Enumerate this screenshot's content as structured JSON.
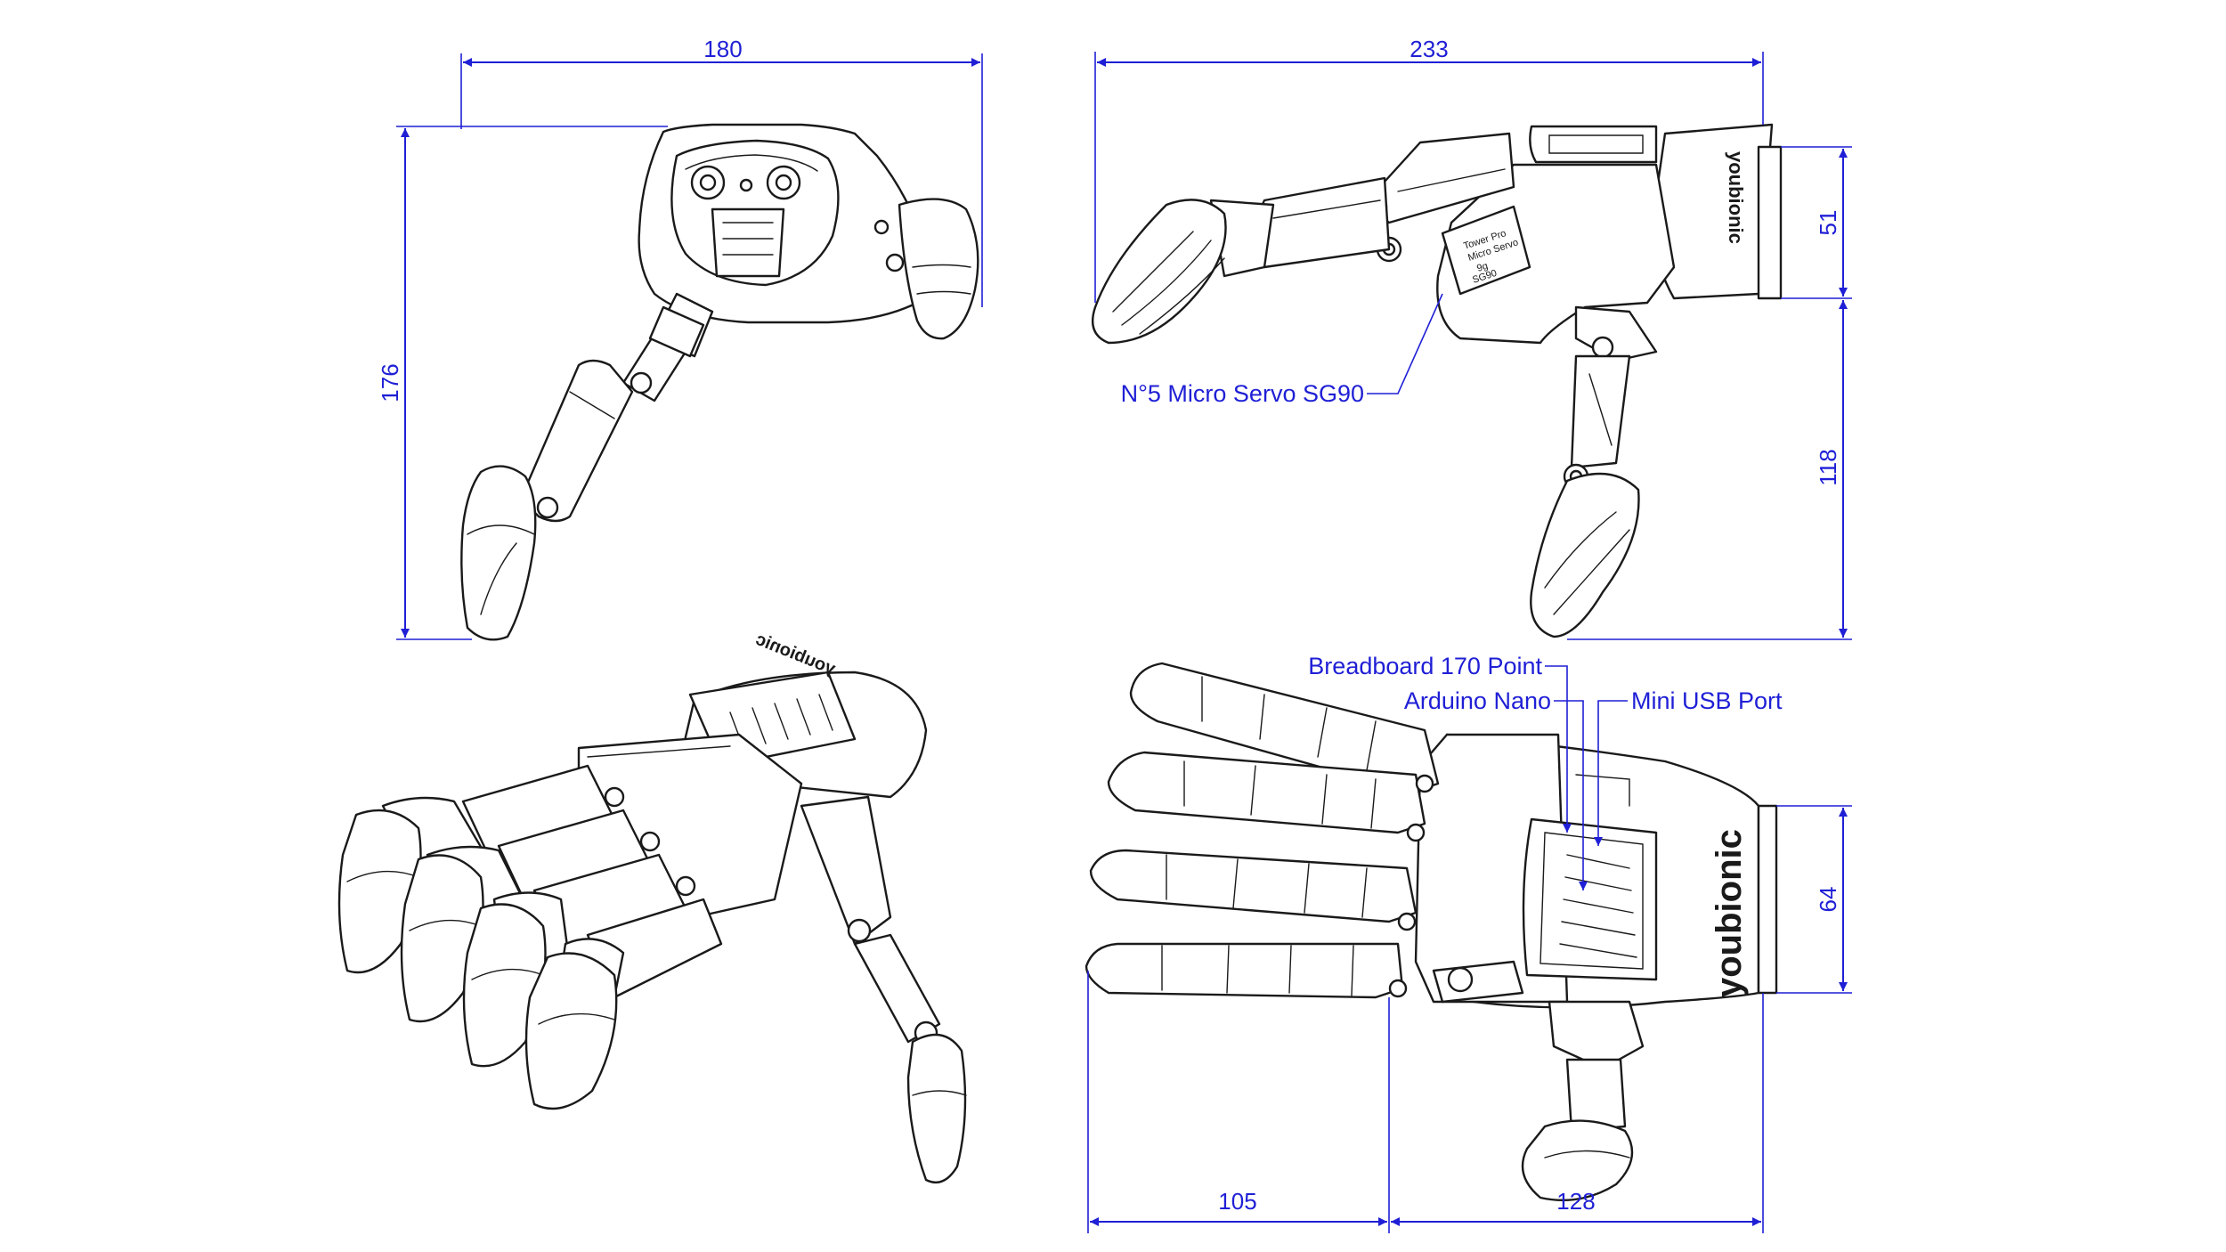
{
  "dimensions": {
    "front_width": "180",
    "front_height": "176",
    "side_length": "233",
    "side_upper_height": "51",
    "side_lower_height": "118",
    "top_wrist_height": "64",
    "top_finger_length": "105",
    "top_palm_length": "128"
  },
  "callouts": {
    "servo": "N°5 Micro Servo SG90",
    "breadboard": "Breadboard 170 Point",
    "arduino": "Arduino Nano",
    "usb": "Mini USB Port"
  },
  "branding": {
    "logo": "youbionic"
  },
  "servo_label": {
    "line1": "Tower Pro",
    "line2": "Micro Servo",
    "line3": "9g",
    "line4": "SG90"
  },
  "colors": {
    "dimension": "#1f1fd6",
    "linework": "#1a1a1a"
  }
}
